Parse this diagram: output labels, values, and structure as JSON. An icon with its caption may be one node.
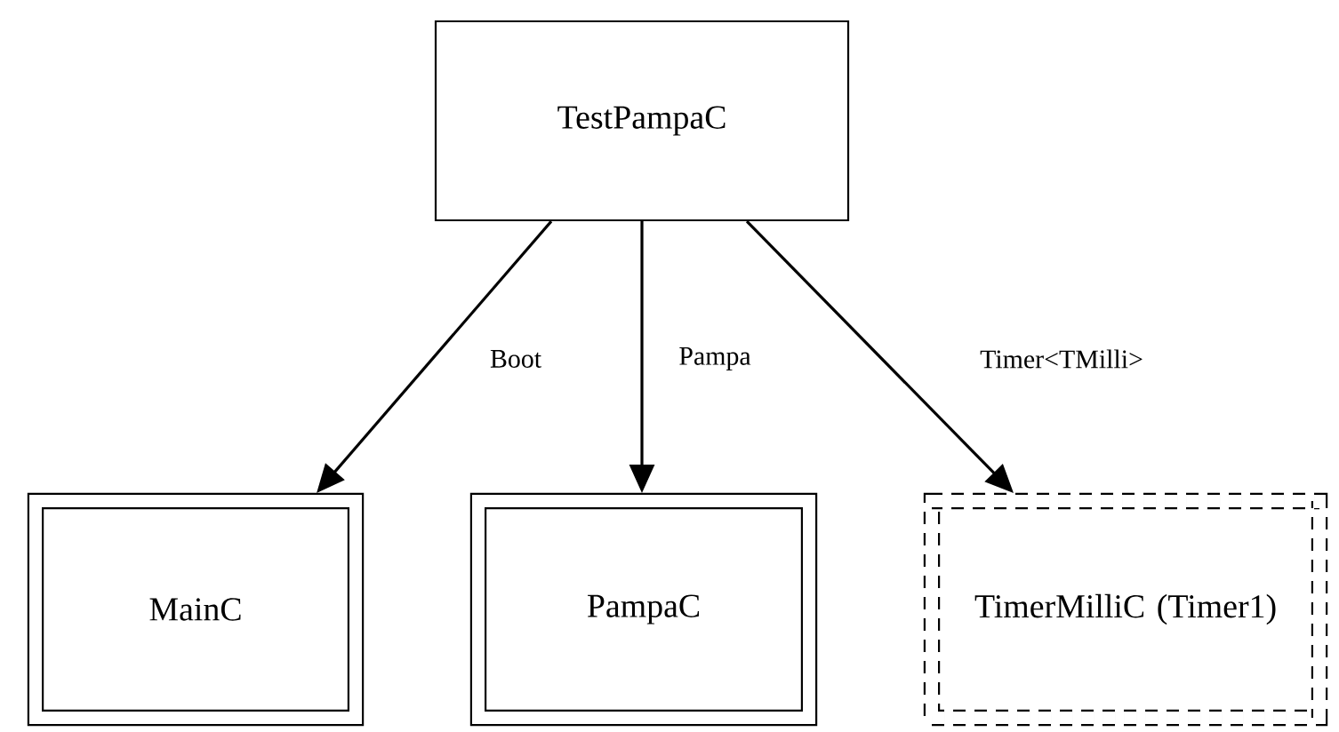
{
  "diagram": {
    "nodes": [
      {
        "text": [
          "TestPampaC"
        ]
      },
      {
        "text": [
          "MainC"
        ]
      },
      {
        "text": [
          "PampaC"
        ]
      },
      {
        "text": [
          "TimerMilliC (Timer1)"
        ]
      }
    ],
    "edges": [
      {
        "from": 0,
        "to": 1,
        "arrow": "to",
        "label": "Boot"
      },
      {
        "from": 0,
        "to": 2,
        "arrow": "to",
        "label": "Pampa"
      },
      {
        "from": 0,
        "to": 3,
        "arrow": "to",
        "label": "Timer<TMilli>"
      }
    ]
  }
}
